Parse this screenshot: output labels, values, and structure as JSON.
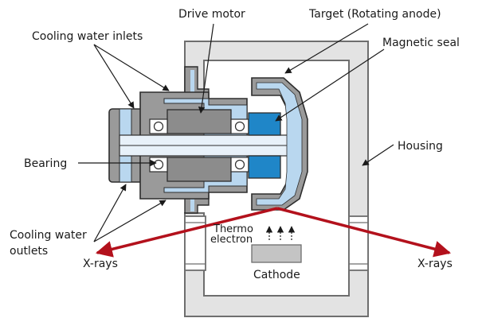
{
  "labels": {
    "drive_motor": "Drive motor",
    "target": "Target (Rotating anode)",
    "cooling_inlets": "Cooling water inlets",
    "magnetic_seal": "Magnetic seal",
    "housing": "Housing",
    "bearing": "Bearing",
    "cooling_outlets_line1": "Cooling water",
    "cooling_outlets_line2": "outlets",
    "thermo_line1": "Thermo",
    "thermo_line2": "electron",
    "xrays_left": "X-rays",
    "xrays_right": "X-rays",
    "cathode": "Cathode"
  },
  "colors": {
    "housing_fill": "#e3e3e3",
    "housing_stroke": "#6e6e6e",
    "water": "#b9d7ef",
    "seal": "#1f86c8",
    "metal": "#9a9a9a",
    "motor": "#8c8c8c",
    "xray": "#b3111c",
    "outline": "#2d2d2d"
  }
}
